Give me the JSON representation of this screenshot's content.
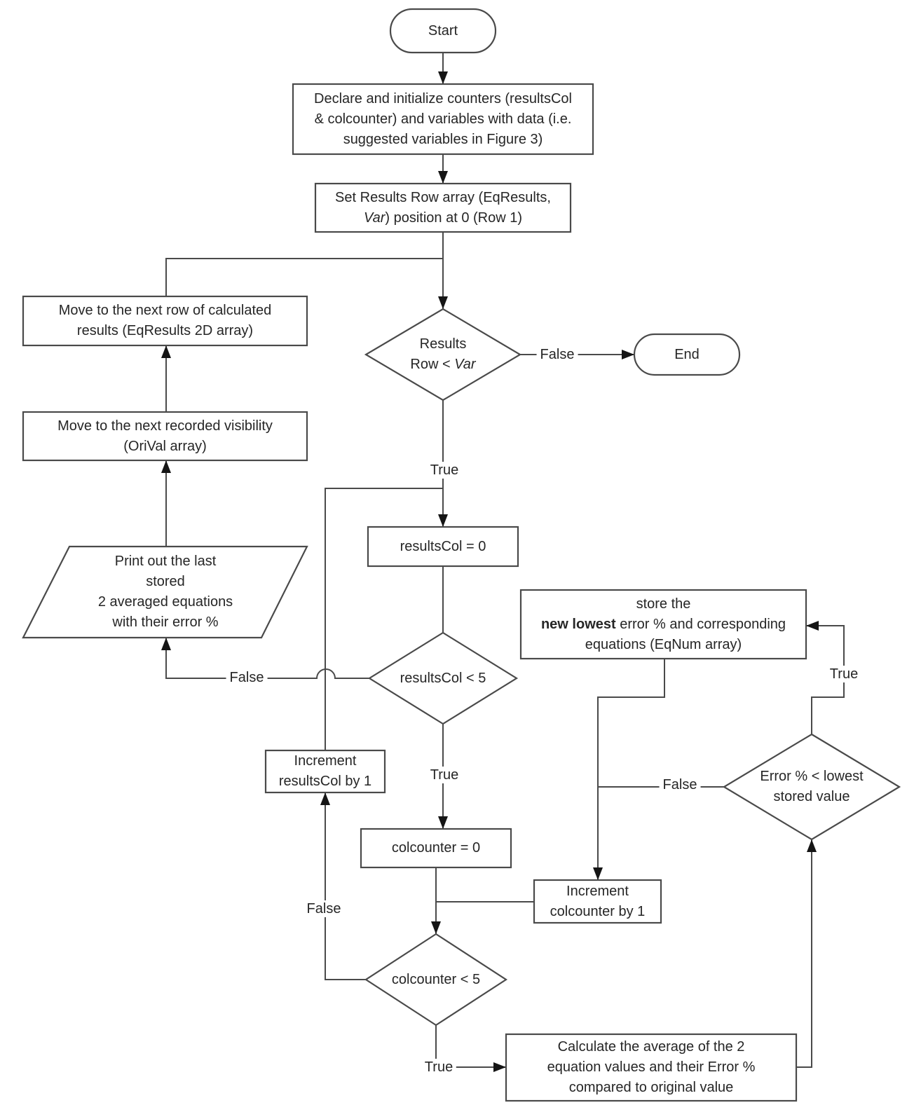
{
  "colors": {
    "stroke": "#4a4a4a",
    "arrow": "#151515",
    "text": "#262626",
    "bg": "#ffffff"
  },
  "nodes": {
    "start": {
      "label": "Start"
    },
    "declare": {
      "lines": [
        "Declare and initialize counters (resultsCol",
        "& colcounter) and variables with data (i.e.",
        "suggested variables in Figure 3)"
      ]
    },
    "set_row": {
      "line1": "Set Results Row array (EqResults,",
      "line2_italic": "Var",
      "line2_rest": ") position at 0 (Row 1)"
    },
    "decision_results_row": {
      "line1": "Results",
      "line2_pre": "Row < ",
      "line2_italic": "Var"
    },
    "end": {
      "label": "End"
    },
    "move_row": {
      "lines": [
        "Move to the next row of calculated",
        "results (EqResults 2D array)"
      ]
    },
    "move_visibility": {
      "lines": [
        "Move to the next recorded visibility",
        "(OriVal array)"
      ]
    },
    "print_out": {
      "lines": [
        "Print out the last",
        "stored",
        "2 averaged equations",
        "with their error %"
      ]
    },
    "resultscol_zero": {
      "label": "resultsCol = 0"
    },
    "decision_resultscol": {
      "label": "resultsCol < 5"
    },
    "store_lowest": {
      "line1": "store the",
      "line2_bold": "new lowest",
      "line2_rest": " error % and corresponding",
      "line3": "equations (EqNum array)"
    },
    "increment_resultscol": {
      "lines": [
        "Increment",
        "resultsCol by 1"
      ]
    },
    "colcounter_zero": {
      "label": "colcounter = 0"
    },
    "increment_colcounter": {
      "lines": [
        "Increment",
        "colcounter by 1"
      ]
    },
    "decision_colcounter": {
      "label": "colcounter < 5"
    },
    "decision_error": {
      "lines": [
        "Error % < lowest",
        "stored value"
      ]
    },
    "calculate": {
      "lines": [
        "Calculate the average of the 2",
        "equation values and their Error %",
        "compared to original value"
      ]
    }
  },
  "labels": {
    "results_row_false": "False",
    "results_row_true": "True",
    "resultscol_false": "False",
    "resultscol_true": "True",
    "colcounter_false": "False",
    "colcounter_true": "True",
    "error_false": "False",
    "error_true": "True"
  }
}
